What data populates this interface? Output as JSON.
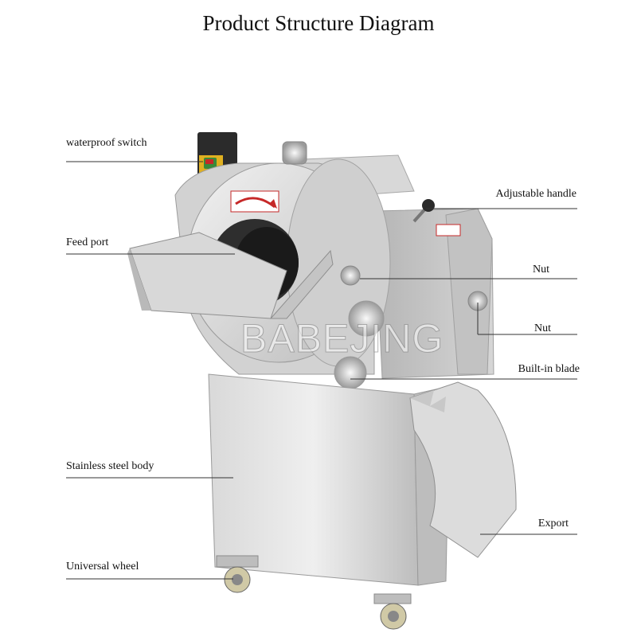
{
  "title": "Product Structure Diagram",
  "watermark": "BABEJING",
  "labels": {
    "waterproof_switch": "waterproof switch",
    "feed_port": "Feed port",
    "stainless_body": "Stainless steel body",
    "universal_wheel": "Universal wheel",
    "adjustable_handle": "Adjustable handle",
    "nut_top": "Nut",
    "nut_side": "Nut",
    "builtin_blade": "Built-in blade",
    "export": "Export"
  },
  "colors": {
    "steel_light": "#e6e6e6",
    "steel_mid": "#c9c9c9",
    "steel_dark": "#9c9c9c",
    "switch_body": "#2b2b2b",
    "switch_face": "#e0b020",
    "switch_button": "#3a8a3a",
    "warning_red": "#c62828"
  }
}
